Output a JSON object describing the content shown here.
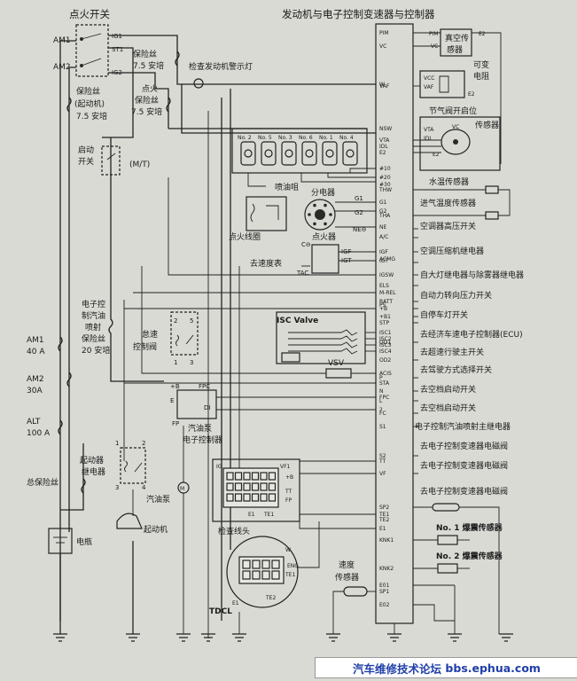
{
  "header": {
    "ignition_switch": "点火开关",
    "ecu_title": "发动机与电子控制变速器与控制器"
  },
  "ignition": {
    "am1": "AM1",
    "am2": "AM2",
    "ig1": "IG1",
    "st1": "ST1",
    "ig2": "IG2"
  },
  "fuses": {
    "fuse1_a": "保险丝",
    "fuse1_b": "7.5 安培",
    "check_lamp": "检查发动机警示灯",
    "starter_fuse_a": "保险丝",
    "starter_fuse_b": "(起动机)",
    "starter_fuse_c": "7.5 安培",
    "ign_fuse_a": "点火",
    "ign_fuse_b": "保险丝",
    "ign_fuse_c": "7.5 安培",
    "efi_a": "电子控",
    "efi_b": "制汽油",
    "efi_c": "喷射",
    "efi_d": "保险丝",
    "efi_e": "20 安培",
    "am1_main": "AM1",
    "am1_amp": "40 A",
    "am2_main": "AM2",
    "am2_amp": "30A",
    "alt_main": "ALT",
    "alt_amp": "100 A",
    "main_fuse": "总保险丝"
  },
  "left": {
    "start_switch_a": "启动",
    "start_switch_b": "开关",
    "mt": "(M/T)",
    "idle_valve_a": "怠速",
    "idle_valve_b": "控制阀",
    "starter_relay_a": "起动器",
    "starter_relay_b": "继电器",
    "battery": "电瓶",
    "starter": "起动机",
    "fuel_pump": "汽油泵",
    "pump_ctrl_a": "汽油泵",
    "pump_ctrl_b": "电子控制器",
    "check_connector": "检查线头",
    "tdcl": "TDCL",
    "injector": "喷油咀",
    "distributor": "分电器",
    "coil": "点火线圈",
    "igniter": "点火器",
    "tach": "去速度表",
    "tac": "TAC",
    "speed_sensor_a": "速度",
    "speed_sensor_b": "传感器",
    "isc_valve": "ISC Valve",
    "vsv": "VSV",
    "pin_plus_b": "+B",
    "pin_fpc": "FPC",
    "pin_e": "E",
    "pin_fp": "FP",
    "pin_di": "DI",
    "inj_nos": [
      "No. 2",
      "No. 5",
      "No. 3",
      "No. 6",
      "No. 1",
      "No. 4"
    ]
  },
  "ecu_pins": [
    {
      "pin": "PIM"
    },
    {
      "pin": "VC"
    },
    {
      "pin": "VAF"
    },
    {
      "pin": "W"
    },
    {
      "pin": "NSW"
    },
    {
      "pin": "VTA"
    },
    {
      "pin": "IDL"
    },
    {
      "pin": "E2"
    },
    {
      "pin": "#10"
    },
    {
      "pin": "#20"
    },
    {
      "pin": "#30"
    },
    {
      "pin": "THW"
    },
    {
      "pin": "G1"
    },
    {
      "pin": "THA"
    },
    {
      "pin": "G2"
    },
    {
      "pin": "NE"
    },
    {
      "pin": "A/C"
    },
    {
      "pin": "IGF"
    },
    {
      "pin": "ACMG"
    },
    {
      "pin": "IGT"
    },
    {
      "pin": "IGSW"
    },
    {
      "pin": "ELS"
    },
    {
      "pin": "M-REL"
    },
    {
      "pin": "BATT"
    },
    {
      "pin": "PS"
    },
    {
      "pin": "+B"
    },
    {
      "pin": "+B1"
    },
    {
      "pin": "STP"
    },
    {
      "pin": "ISC1"
    },
    {
      "pin": "ISC2"
    },
    {
      "pin": "ISC3"
    },
    {
      "pin": "ISC4"
    },
    {
      "pin": "OD1"
    },
    {
      "pin": "OD2"
    },
    {
      "pin": "ACIS"
    },
    {
      "pin": "P"
    },
    {
      "pin": "STA"
    },
    {
      "pin": "N"
    },
    {
      "pin": "FPC"
    },
    {
      "pin": "L"
    },
    {
      "pin": "2"
    },
    {
      "pin": "FC"
    },
    {
      "pin": "S1"
    },
    {
      "pin": "TT"
    },
    {
      "pin": "S2"
    },
    {
      "pin": "VF"
    },
    {
      "pin": "TE1"
    },
    {
      "pin": "SP2"
    },
    {
      "pin": "TE2"
    },
    {
      "pin": "E1"
    },
    {
      "pin": "KNK1"
    },
    {
      "pin": "KNK2"
    },
    {
      "pin": "SP1"
    },
    {
      "pin": "E01"
    },
    {
      "pin": "E02"
    }
  ],
  "right": {
    "vacuum_a": "真空传",
    "vacuum_b": "感器",
    "var_res_a": "可变",
    "var_res_b": "电阻",
    "tps_a": "节气阀开启位",
    "tps_b": "传感器",
    "water_temp": "水温传感器",
    "intake_temp": "进气温度传感器",
    "ac_hp": "空调器高压开关",
    "ac_relay": "空调压缩机继电器",
    "headlight": "自大灯继电器与除雾器继电器",
    "power_steer": "自动力转向压力开关",
    "stop_lamp": "自停车灯开关",
    "economy_ecu": "去经济车速电子控制器(ECU)",
    "overdrive": "去超速行驶主开关",
    "drive_mode": "去驾驶方式选择开关",
    "neutral1": "去空档启动开关",
    "neutral2": "去空档启动开关",
    "efi_relay": "电子控制汽油喷射主继电器",
    "sol1": "去电子控制变速器电磁阀",
    "sol2": "去电子控制变速器电磁阀",
    "sol3": "去电子控制变速器电磁阀",
    "knock1": "No. 1 爆震传感器",
    "knock2": "No. 2 爆震传感器"
  },
  "small_pins": {
    "pim": "PIM",
    "vc": "VC",
    "e2": "E2",
    "vcc": "VCC",
    "vaf": "VAF",
    "vta": "VTA",
    "idl": "IDL",
    "g1": "G1",
    "g2": "G2",
    "ne": "NE⊖",
    "c": "C⊖",
    "igf": "IGF",
    "igt": "IGT",
    "ig": "IG",
    "vf1": "VF1",
    "plus_b": "+B",
    "e1": "E1",
    "te1": "TE1",
    "te2": "TE2",
    "tt": "TT",
    "w": "W",
    "eng": "ENG",
    "fp": "FP",
    "relay_nums": [
      "1",
      "2",
      "3",
      "4",
      "5"
    ]
  },
  "footer": {
    "forum": "汽车维修技术论坛",
    "site": "bbs.ephua.com"
  }
}
